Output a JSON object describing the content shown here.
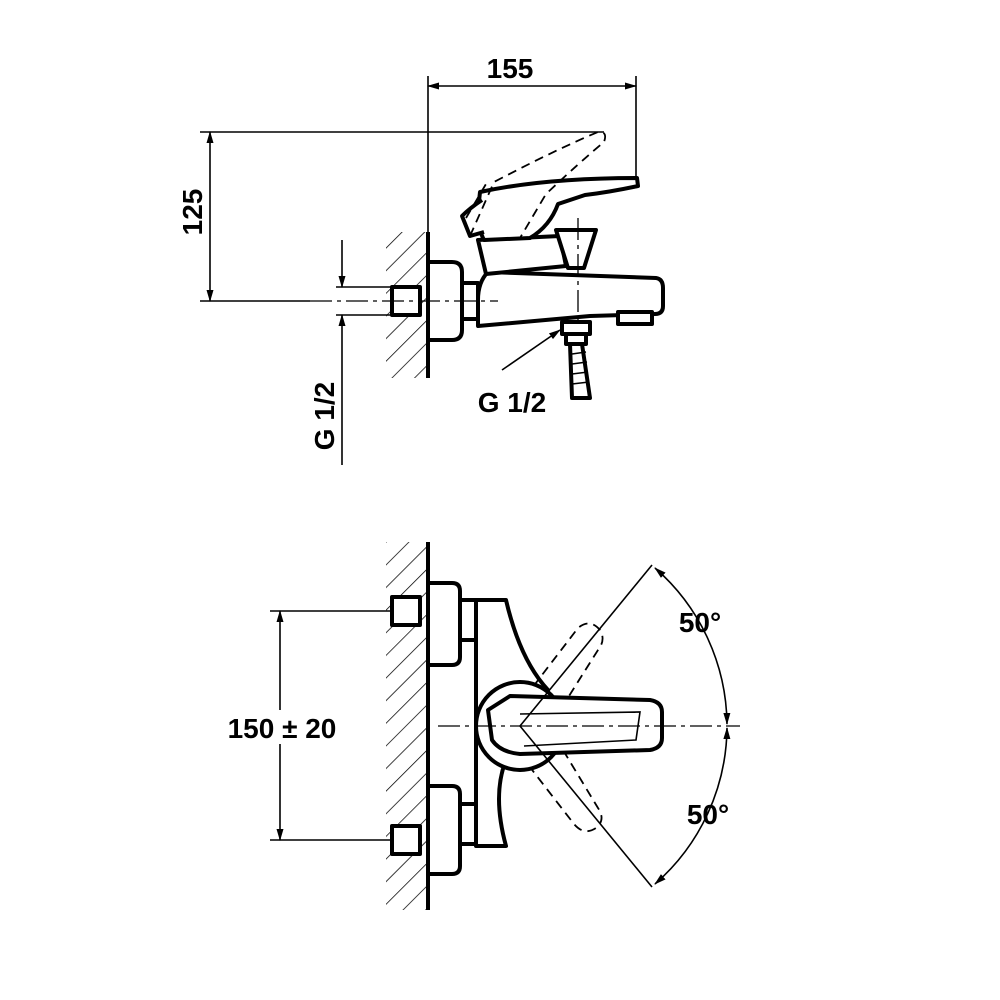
{
  "labels": {
    "width": "155",
    "height": "125",
    "wall_thread": "G 1/2",
    "outlet_thread": "G 1/2",
    "spacing": "150 ± 20",
    "angle_upper": "50°",
    "angle_lower": "50°"
  },
  "colors": {
    "line": "#000000",
    "background": "#ffffff"
  }
}
